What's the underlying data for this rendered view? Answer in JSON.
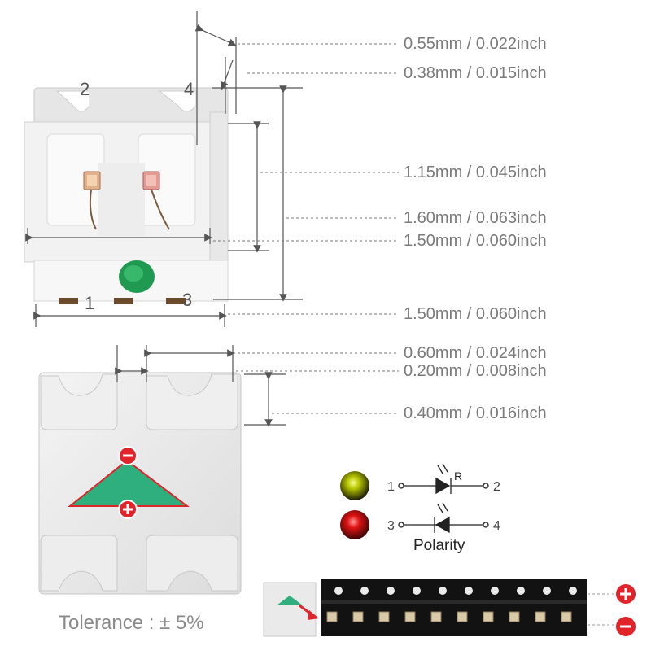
{
  "dimensions": [
    "0.55mm / 0.022inch",
    "0.38mm / 0.015inch",
    "1.15mm / 0.045inch",
    "1.60mm / 0.063inch",
    "1.50mm / 0.060inch",
    "1.50mm / 0.060inch",
    "0.60mm / 0.024inch",
    "0.20mm / 0.008inch",
    "0.40mm / 0.016inch"
  ],
  "pins": {
    "p1": "1",
    "p2": "2",
    "p3": "3",
    "p4": "4"
  },
  "schematic": {
    "row1_left": "1",
    "row1_right": "2",
    "row1_label": "R",
    "row2_left": "3",
    "row2_right": "4",
    "polarity_label": "Polarity"
  },
  "tolerance": "Tolerance : ± 5%",
  "colors": {
    "accent_green": "#2fae7e",
    "marker_red": "#e0242a",
    "led_red": "#dd1111",
    "led_yellow": "#c8d200"
  },
  "icons": [
    "minus-icon",
    "plus-icon",
    "arrow-icon"
  ]
}
